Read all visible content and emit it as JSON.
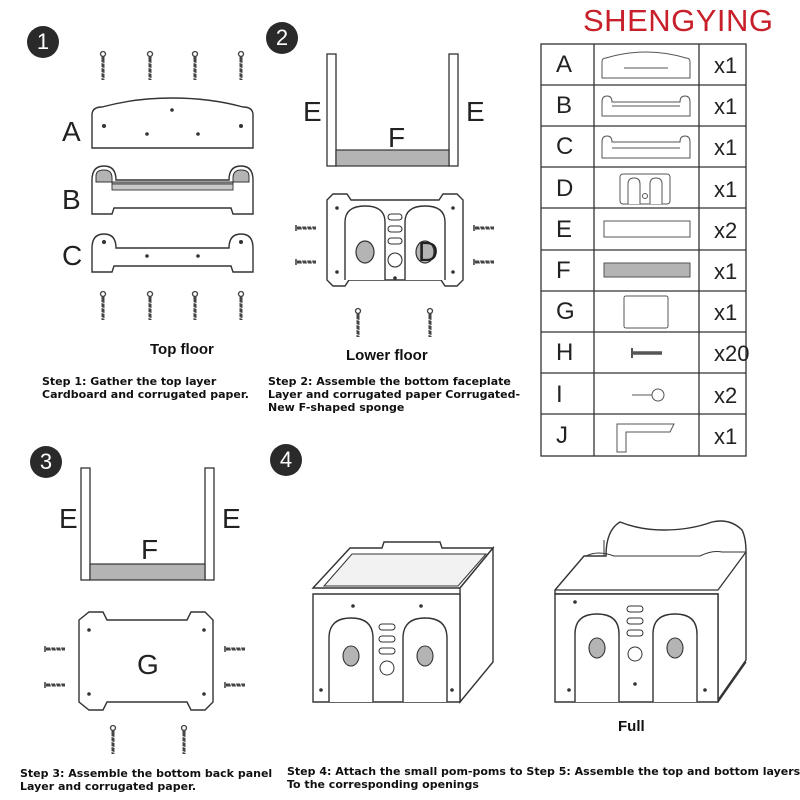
{
  "brand": "SHENGYING",
  "steps": [
    {
      "num": "1",
      "caption": "Top floor",
      "desc": "Step 1: Gather the top layer\nCardboard and corrugated paper."
    },
    {
      "num": "2",
      "caption": "Lower floor",
      "desc": "Step 2: Assemble the bottom faceplate\nLayer and corrugated paper Corrugated-\nNew F-shaped sponge"
    },
    {
      "num": "3",
      "desc": "Step 3: Assemble the bottom back panel\nLayer and corrugated paper."
    },
    {
      "num": "4",
      "caption": "Full",
      "desc": "Step 4: Attach the small pom-poms to Step 5: Assemble the top and bottom layers\nTo the corresponding openings"
    }
  ],
  "labels": {
    "A": "A",
    "B": "B",
    "C": "C",
    "D": "D",
    "E": "E",
    "F": "F",
    "G": "G"
  },
  "parts_table": [
    {
      "letter": "A",
      "qty": "x1"
    },
    {
      "letter": "B",
      "qty": "x1"
    },
    {
      "letter": "C",
      "qty": "x1"
    },
    {
      "letter": "D",
      "qty": "x1"
    },
    {
      "letter": "E",
      "qty": "x2"
    },
    {
      "letter": "F",
      "qty": "x1"
    },
    {
      "letter": "G",
      "qty": "x1"
    },
    {
      "letter": "H",
      "qty": "x20"
    },
    {
      "letter": "I",
      "qty": "x2"
    },
    {
      "letter": "J",
      "qty": "x1"
    }
  ],
  "colors": {
    "brand": "#c8202a",
    "line": "#333333",
    "fill_gray": "#b4b4b4"
  }
}
